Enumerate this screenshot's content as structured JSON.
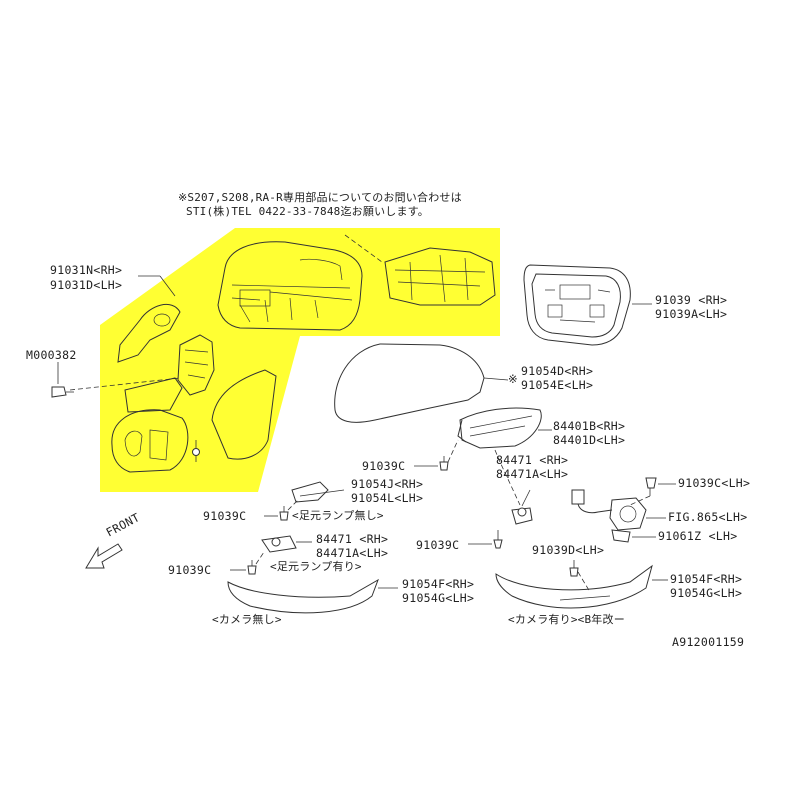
{
  "header_note": {
    "line1": "※S207,S208,RA-R専用部品についてのお問い合わせは",
    "line2": "STI(株)TEL 0422-33-7848迄お願いします。"
  },
  "highlight_color": "#ffff33",
  "labels": {
    "mirror_assy": {
      "rh": "91031N<RH>",
      "lh": "91031D<LH>"
    },
    "screw_left": "M000382",
    "mirror_glass": {
      "rh": "91039 <RH>",
      "lh": "91039A<LH>"
    },
    "cover": {
      "mark": "※",
      "rh": "91054D<RH>",
      "lh": "91054E<LH>"
    },
    "turn_lamp": {
      "rh": "84401B<RH>",
      "lh": "84401D<LH>"
    },
    "screw_mid": "91039C",
    "bulb_mid": {
      "rh": "84471 <RH>",
      "lh": "84471A<LH>"
    },
    "screw_right_top": "91039C<LH>",
    "camera_ref": "FIG.865<LH>",
    "camera_part": "91061Z <LH>",
    "bracket": {
      "rh": "91054J<RH>",
      "lh": "91054L<LH>"
    },
    "bracket_note": "<足元ランプ無し>",
    "screw_bracket": "91039C",
    "screw_mid2": "91039C",
    "screw_lower_right": "91039D<LH>",
    "bulb_left": {
      "rh": "84471 <RH>",
      "lh": "84471A<LH>"
    },
    "bulb_left_note": "<足元ランプ有り>",
    "screw_lower_left": "91039C",
    "garnish_left": {
      "rh": "91054F<RH>",
      "lh": "91054G<LH>"
    },
    "garnish_right": {
      "rh": "91054F<RH>",
      "lh": "91054G<LH>"
    },
    "garnish_left_note": "<カメラ無し>",
    "garnish_right_note": "<カメラ有り><B年改ー",
    "front": "FRONT",
    "drawing_number": "A912001159"
  }
}
